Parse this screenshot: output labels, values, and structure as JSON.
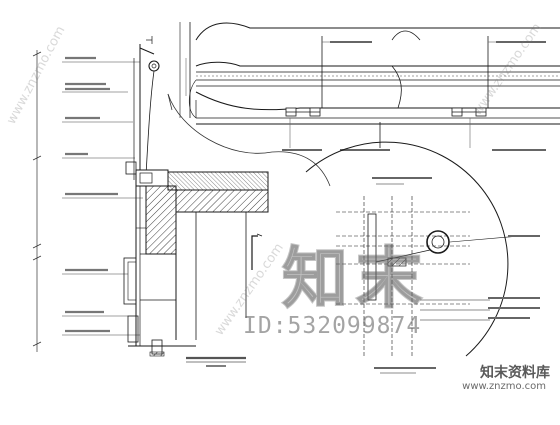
{
  "watermark": {
    "main": "知末",
    "id": "ID:532099874",
    "brand": "知末资料库",
    "url": "www.znzmo.com",
    "diagonal": "www.znzmo.com"
  },
  "colors": {
    "line": "#1a1a1a",
    "thin": "#555555",
    "hatch": "#2a2a2a",
    "watermark": "#8a8a8a"
  }
}
